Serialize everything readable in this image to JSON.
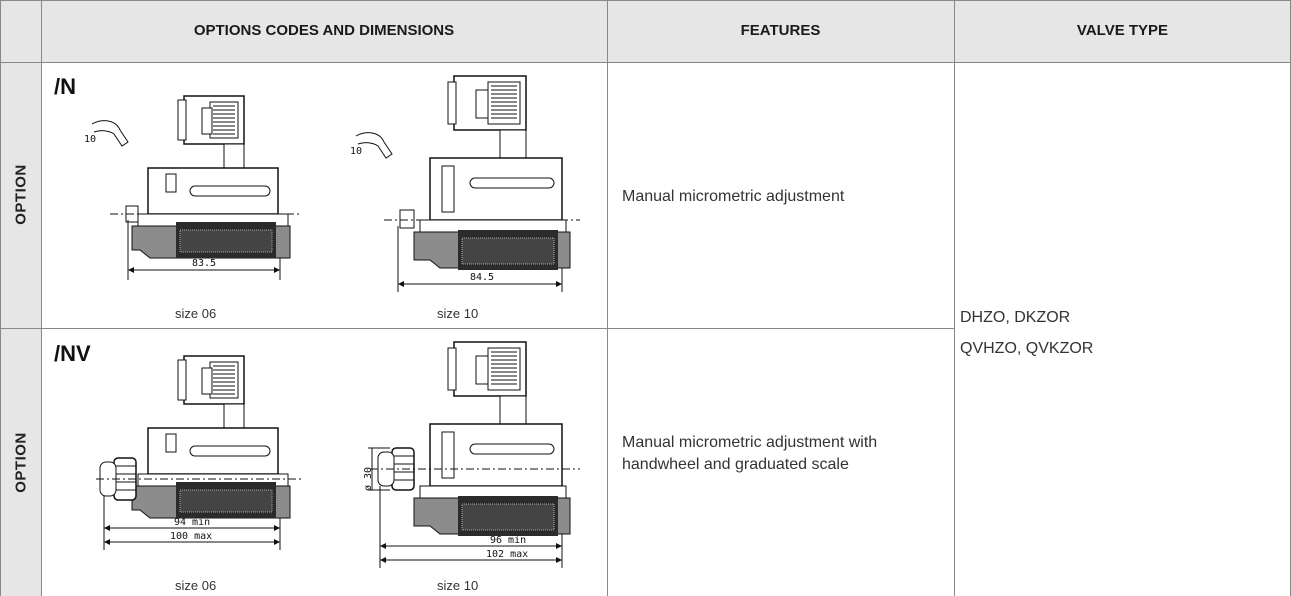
{
  "header": {
    "options_codes": "OPTIONS CODES AND DIMENSIONS",
    "features": "FEATURES",
    "valve_type": "VALVE TYPE"
  },
  "rows": [
    {
      "side_label": "OPTION",
      "code": "/N",
      "left_caption": "size 06",
      "right_caption": "size 10",
      "left_dims": {
        "tool": "10",
        "length": "83.5"
      },
      "right_dims": {
        "tool": "10",
        "length": "84.5"
      },
      "feature": "Manual micrometric adjustment"
    },
    {
      "side_label": "OPTION",
      "code": "/NV",
      "left_caption": "size 06",
      "right_caption": "size 10",
      "left_dims": {
        "min": "94 min",
        "max": "100 max"
      },
      "right_dims": {
        "diameter": "ø 30",
        "min": "96 min",
        "max": "102 max"
      },
      "feature": "Manual micrometric adjustment with handwheel and graduated scale"
    }
  ],
  "valve_type": {
    "line1": "DHZO, DKZOR",
    "line2": "QVHZO, QVKZOR"
  },
  "colors": {
    "header_bg": "#e6e6e6",
    "grid": "#888888",
    "body_gray": "#8c8c8c",
    "coil_dark": "#2b2b2b"
  }
}
